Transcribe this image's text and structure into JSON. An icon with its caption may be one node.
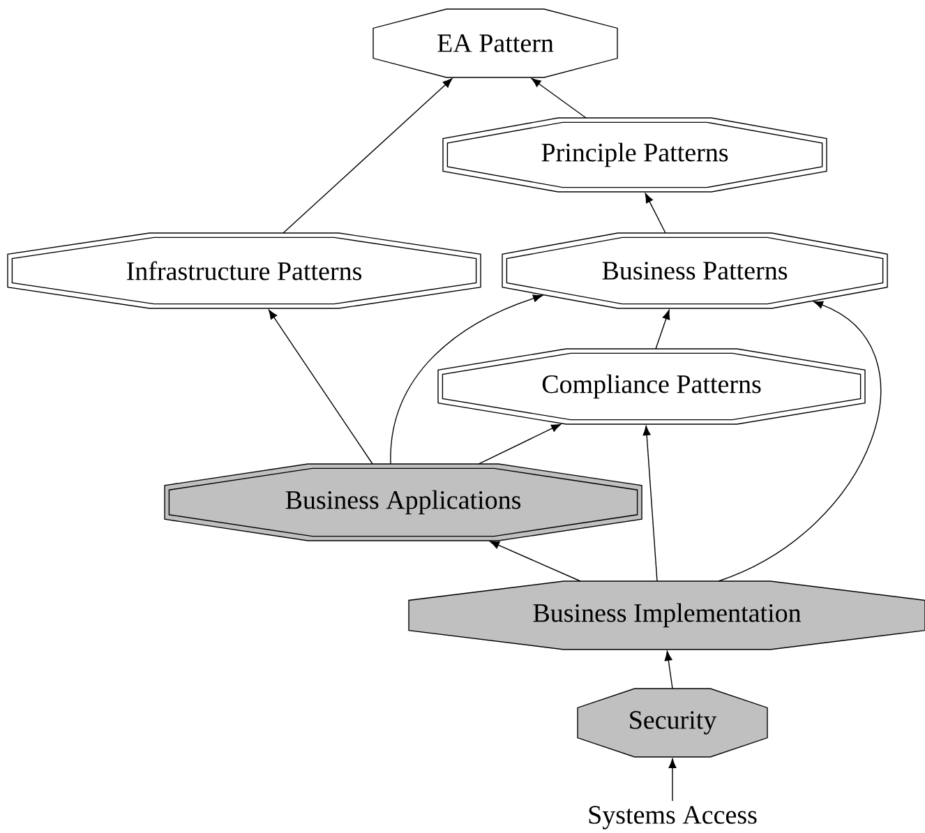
{
  "diagram": {
    "nodes": [
      {
        "text": [
          "EA Pattern"
        ]
      },
      {
        "text": [
          "Principle Patterns"
        ]
      },
      {
        "text": [
          "Infrastructure Patterns"
        ]
      },
      {
        "text": [
          "Business Patterns"
        ]
      },
      {
        "text": [
          "Compliance Patterns"
        ]
      },
      {
        "text": [
          "Business Applications"
        ]
      },
      {
        "text": [
          "Business Implementation"
        ]
      },
      {
        "text": [
          "Security"
        ]
      },
      {
        "text": [
          "Systems Access"
        ]
      }
    ],
    "edges": [
      {
        "from": 1,
        "to": 0,
        "arrow": "to"
      },
      {
        "from": 2,
        "to": 0,
        "arrow": "to"
      },
      {
        "from": 3,
        "to": 1,
        "arrow": "to"
      },
      {
        "from": 4,
        "to": 3,
        "arrow": "to"
      },
      {
        "from": 5,
        "to": 2,
        "arrow": "to"
      },
      {
        "from": 5,
        "to": 3,
        "arrow": "to"
      },
      {
        "from": 5,
        "to": 4,
        "arrow": "to"
      },
      {
        "from": 6,
        "to": 5,
        "arrow": "to"
      },
      {
        "from": 6,
        "to": 4,
        "arrow": "to"
      },
      {
        "from": 6,
        "to": 3,
        "arrow": "to"
      },
      {
        "from": 7,
        "to": 6,
        "arrow": "to"
      },
      {
        "from": 8,
        "to": 7,
        "arrow": "to"
      }
    ]
  }
}
